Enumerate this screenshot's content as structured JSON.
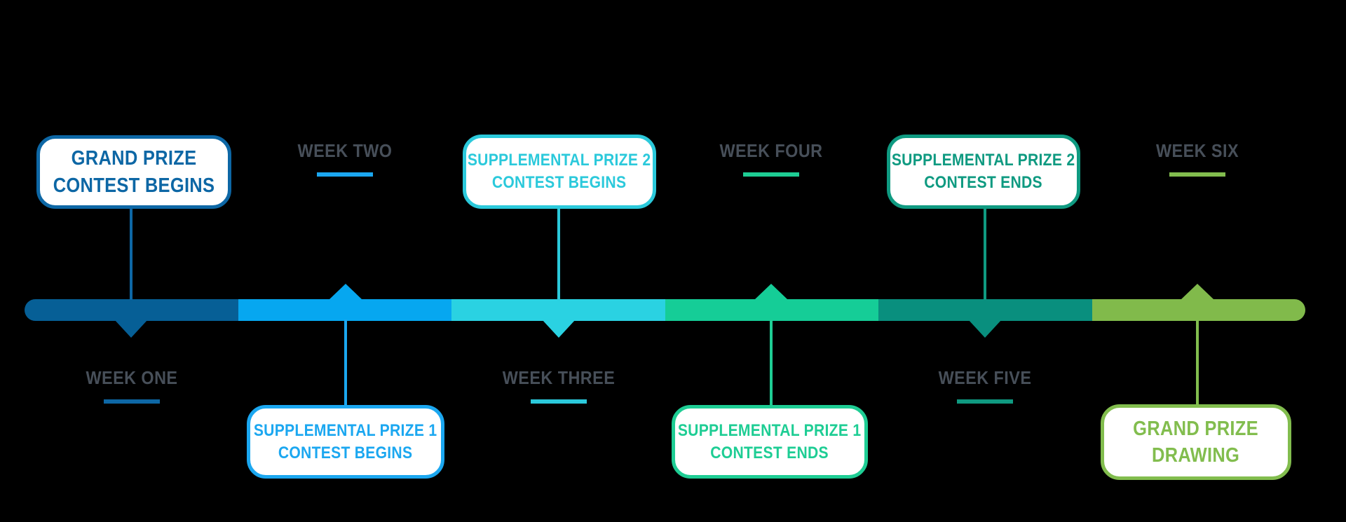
{
  "colors": {
    "background": "#000000",
    "box_fill": "#FFFFFF",
    "week_label_text": "#474F59"
  },
  "timeline_bar": {
    "segments": [
      {
        "name": "week-one-segment",
        "color": "#065F96"
      },
      {
        "name": "week-two-segment",
        "color": "#06A7F0"
      },
      {
        "name": "week-three-segment",
        "color": "#2AD2E2"
      },
      {
        "name": "week-four-segment",
        "color": "#15CD97"
      },
      {
        "name": "week-five-segment",
        "color": "#098F7E"
      },
      {
        "name": "week-six-segment",
        "color": "#81BA4B"
      }
    ]
  },
  "milestones": [
    {
      "week_label": "WEEK ONE",
      "event_line1": "GRAND PRIZE",
      "event_line2": "CONTEST BEGINS",
      "event_color": "#0D67A5",
      "event_position": "above-bar",
      "week_label_position": "below-bar"
    },
    {
      "week_label": "WEEK TWO",
      "event_line1": "SUPPLEMENTAL PRIZE 1",
      "event_line2": "CONTEST BEGINS",
      "event_color": "#1BA7F0",
      "event_position": "below-bar",
      "week_label_position": "above-bar"
    },
    {
      "week_label": "WEEK THREE",
      "event_line1": "SUPPLEMENTAL PRIZE 2",
      "event_line2": "CONTEST BEGINS",
      "event_color": "#2BC9DB",
      "event_position": "above-bar",
      "week_label_position": "below-bar"
    },
    {
      "week_label": "WEEK FOUR",
      "event_line1": "SUPPLEMENTAL PRIZE 1",
      "event_line2": "CONTEST ENDS",
      "event_color": "#1ECD94",
      "event_position": "below-bar",
      "week_label_position": "above-bar"
    },
    {
      "week_label": "WEEK FIVE",
      "event_line1": "SUPPLEMENTAL PRIZE 2",
      "event_line2": "CONTEST ENDS",
      "event_color": "#0F9A81",
      "event_position": "above-bar",
      "week_label_position": "below-bar"
    },
    {
      "week_label": "WEEK SIX",
      "event_line1": "GRAND PRIZE",
      "event_line2": "DRAWING",
      "event_color": "#82BD4E",
      "event_position": "below-bar",
      "week_label_position": "above-bar"
    }
  ]
}
